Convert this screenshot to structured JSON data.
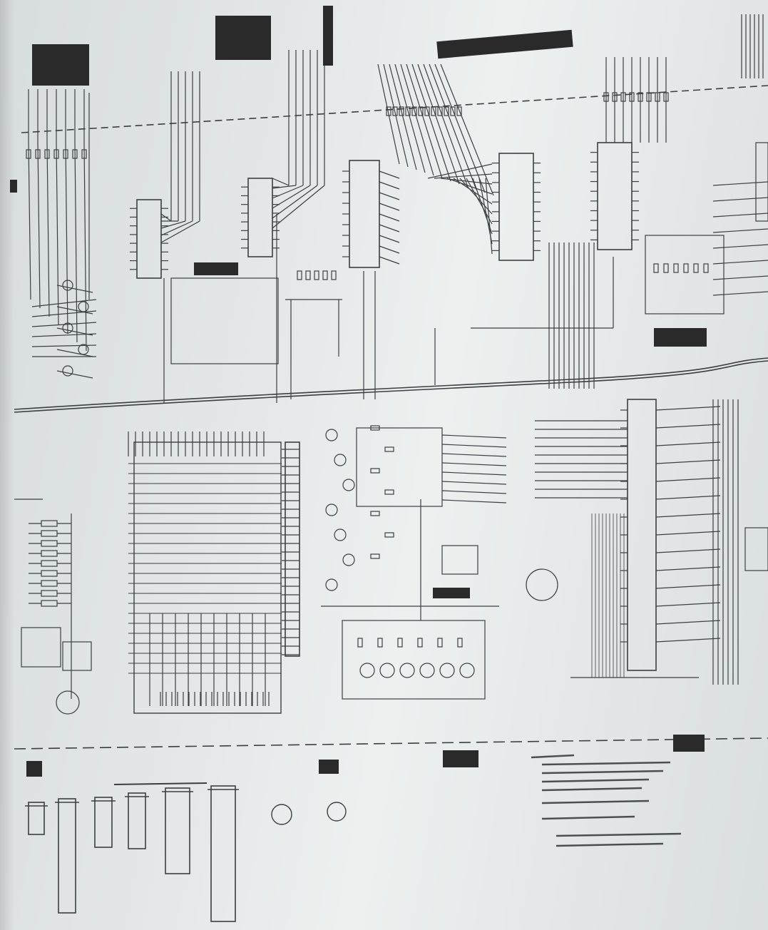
{
  "document": {
    "kind": "photographed schematic sheet",
    "legible_text": []
  },
  "colors": {
    "paper": "#e6eaea",
    "ink": "#3a3f42",
    "label_block": "#2a2a2a"
  },
  "label_blocks": [
    {
      "name": "label-block-top-left"
    },
    {
      "name": "label-block-top-center-left"
    },
    {
      "name": "label-block-top-vertical"
    },
    {
      "name": "label-block-top-banner"
    },
    {
      "name": "label-block-middle-left"
    },
    {
      "name": "label-block-right-upper"
    },
    {
      "name": "label-block-center-lower"
    },
    {
      "name": "label-block-bottom-center-left"
    },
    {
      "name": "label-block-bottom-center"
    },
    {
      "name": "label-block-bottom-right"
    },
    {
      "name": "label-block-bottom-left"
    },
    {
      "name": "label-block-left-edge"
    }
  ],
  "sections": {
    "upper_schematic": {
      "name": "upper-schematic"
    },
    "lower_schematic": {
      "name": "lower-schematic"
    },
    "ic_pinout_row": {
      "name": "ic-pinout-row"
    },
    "notes_block": {
      "name": "notes-block"
    }
  }
}
